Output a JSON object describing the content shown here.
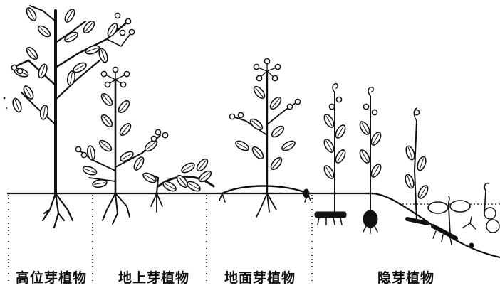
{
  "categories": [
    {
      "id": "phanerophyte",
      "label": "高位芽植物"
    },
    {
      "id": "chamaephyte",
      "label": "地上芽植物"
    },
    {
      "id": "hemicryptophyte",
      "label": "地面芽植物"
    },
    {
      "id": "cryptophyte",
      "label": "隐芽植物"
    }
  ],
  "colors": {
    "ink": "#111111",
    "paper": "#ffffff"
  }
}
